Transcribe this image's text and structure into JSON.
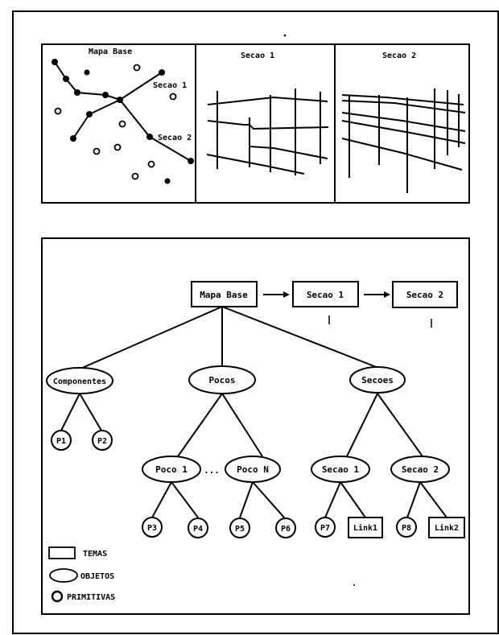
{
  "top_panels": {
    "base_map": {
      "title": "Mapa Base",
      "label_1": "Secao 1",
      "label_2": "Secao 2"
    },
    "section_1": {
      "title": "Secao 1"
    },
    "section_2": {
      "title": "Secao 2"
    }
  },
  "tree": {
    "themes": {
      "base_map": "Mapa Base",
      "section_1": "Secao 1",
      "section_2": "Secao 2",
      "link_1": "Link1",
      "link_2": "Link2"
    },
    "objects": {
      "componentes": "Componentes",
      "pocos": "Pocos",
      "secoes": "Secoes",
      "poco_1": "Poco 1",
      "poco_n": "Poco N",
      "secao_1": "Secao 1",
      "secao_2": "Secao 2",
      "ellipsis": "..."
    },
    "primitives": {
      "p1": "P1",
      "p2": "P2",
      "p3": "P3",
      "p4": "P4",
      "p5": "P5",
      "p6": "P6",
      "p7": "P7",
      "p8": "P8"
    }
  },
  "legend": {
    "themes": "TEMAS",
    "objects": "OBJETOS",
    "primitives": "PRIMITIVAS"
  }
}
